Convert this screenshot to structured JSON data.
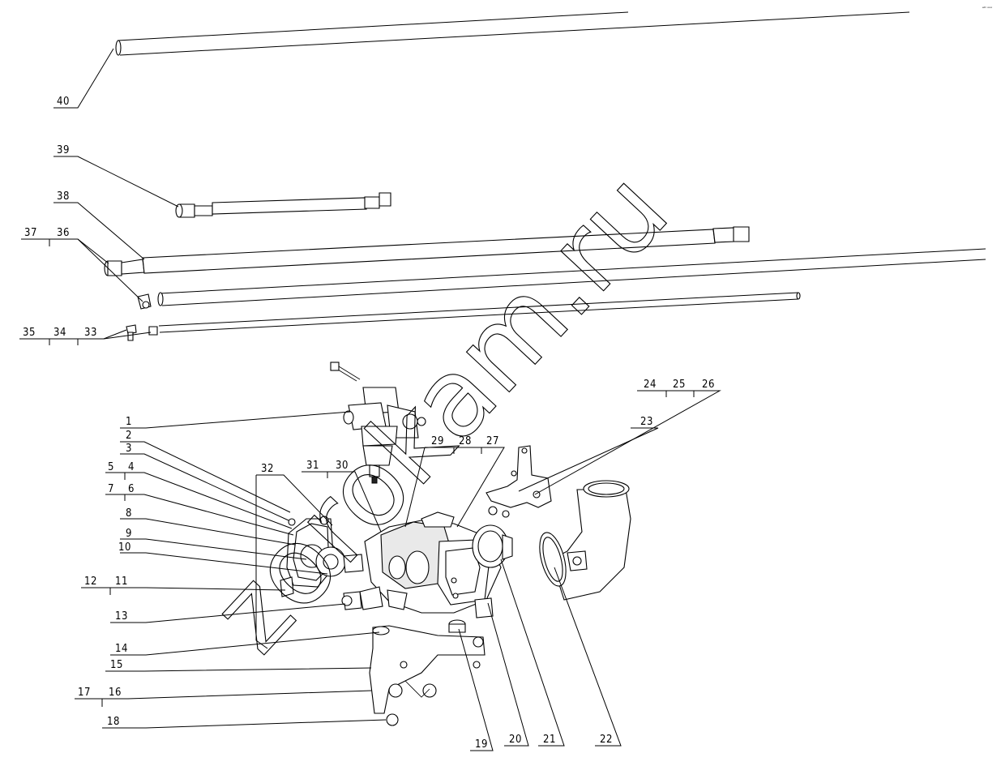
{
  "callouts": {
    "c1": "1",
    "c2": "2",
    "c3": "3",
    "c4": "4",
    "c5": "5",
    "c6": "6",
    "c7": "7",
    "c8": "8",
    "c9": "9",
    "c10": "10",
    "c11": "11",
    "c12": "12",
    "c13": "13",
    "c14": "14",
    "c15": "15",
    "c16": "16",
    "c17": "17",
    "c18": "18",
    "c19": "19",
    "c20": "20",
    "c21": "21",
    "c22": "22",
    "c23": "23",
    "c24": "24",
    "c25": "25",
    "c26": "26",
    "c27": "27",
    "c28": "28",
    "c29": "29",
    "c30": "30",
    "c31": "31",
    "c32": "32",
    "c33": "33",
    "c34": "34",
    "c35": "35",
    "c36": "36",
    "c37": "37",
    "c38": "38",
    "c39": "39",
    "c40": "40"
  },
  "watermark": "zorokam.ru",
  "corner_mark": "ᵉᴰ ᵒᵒᵒ"
}
